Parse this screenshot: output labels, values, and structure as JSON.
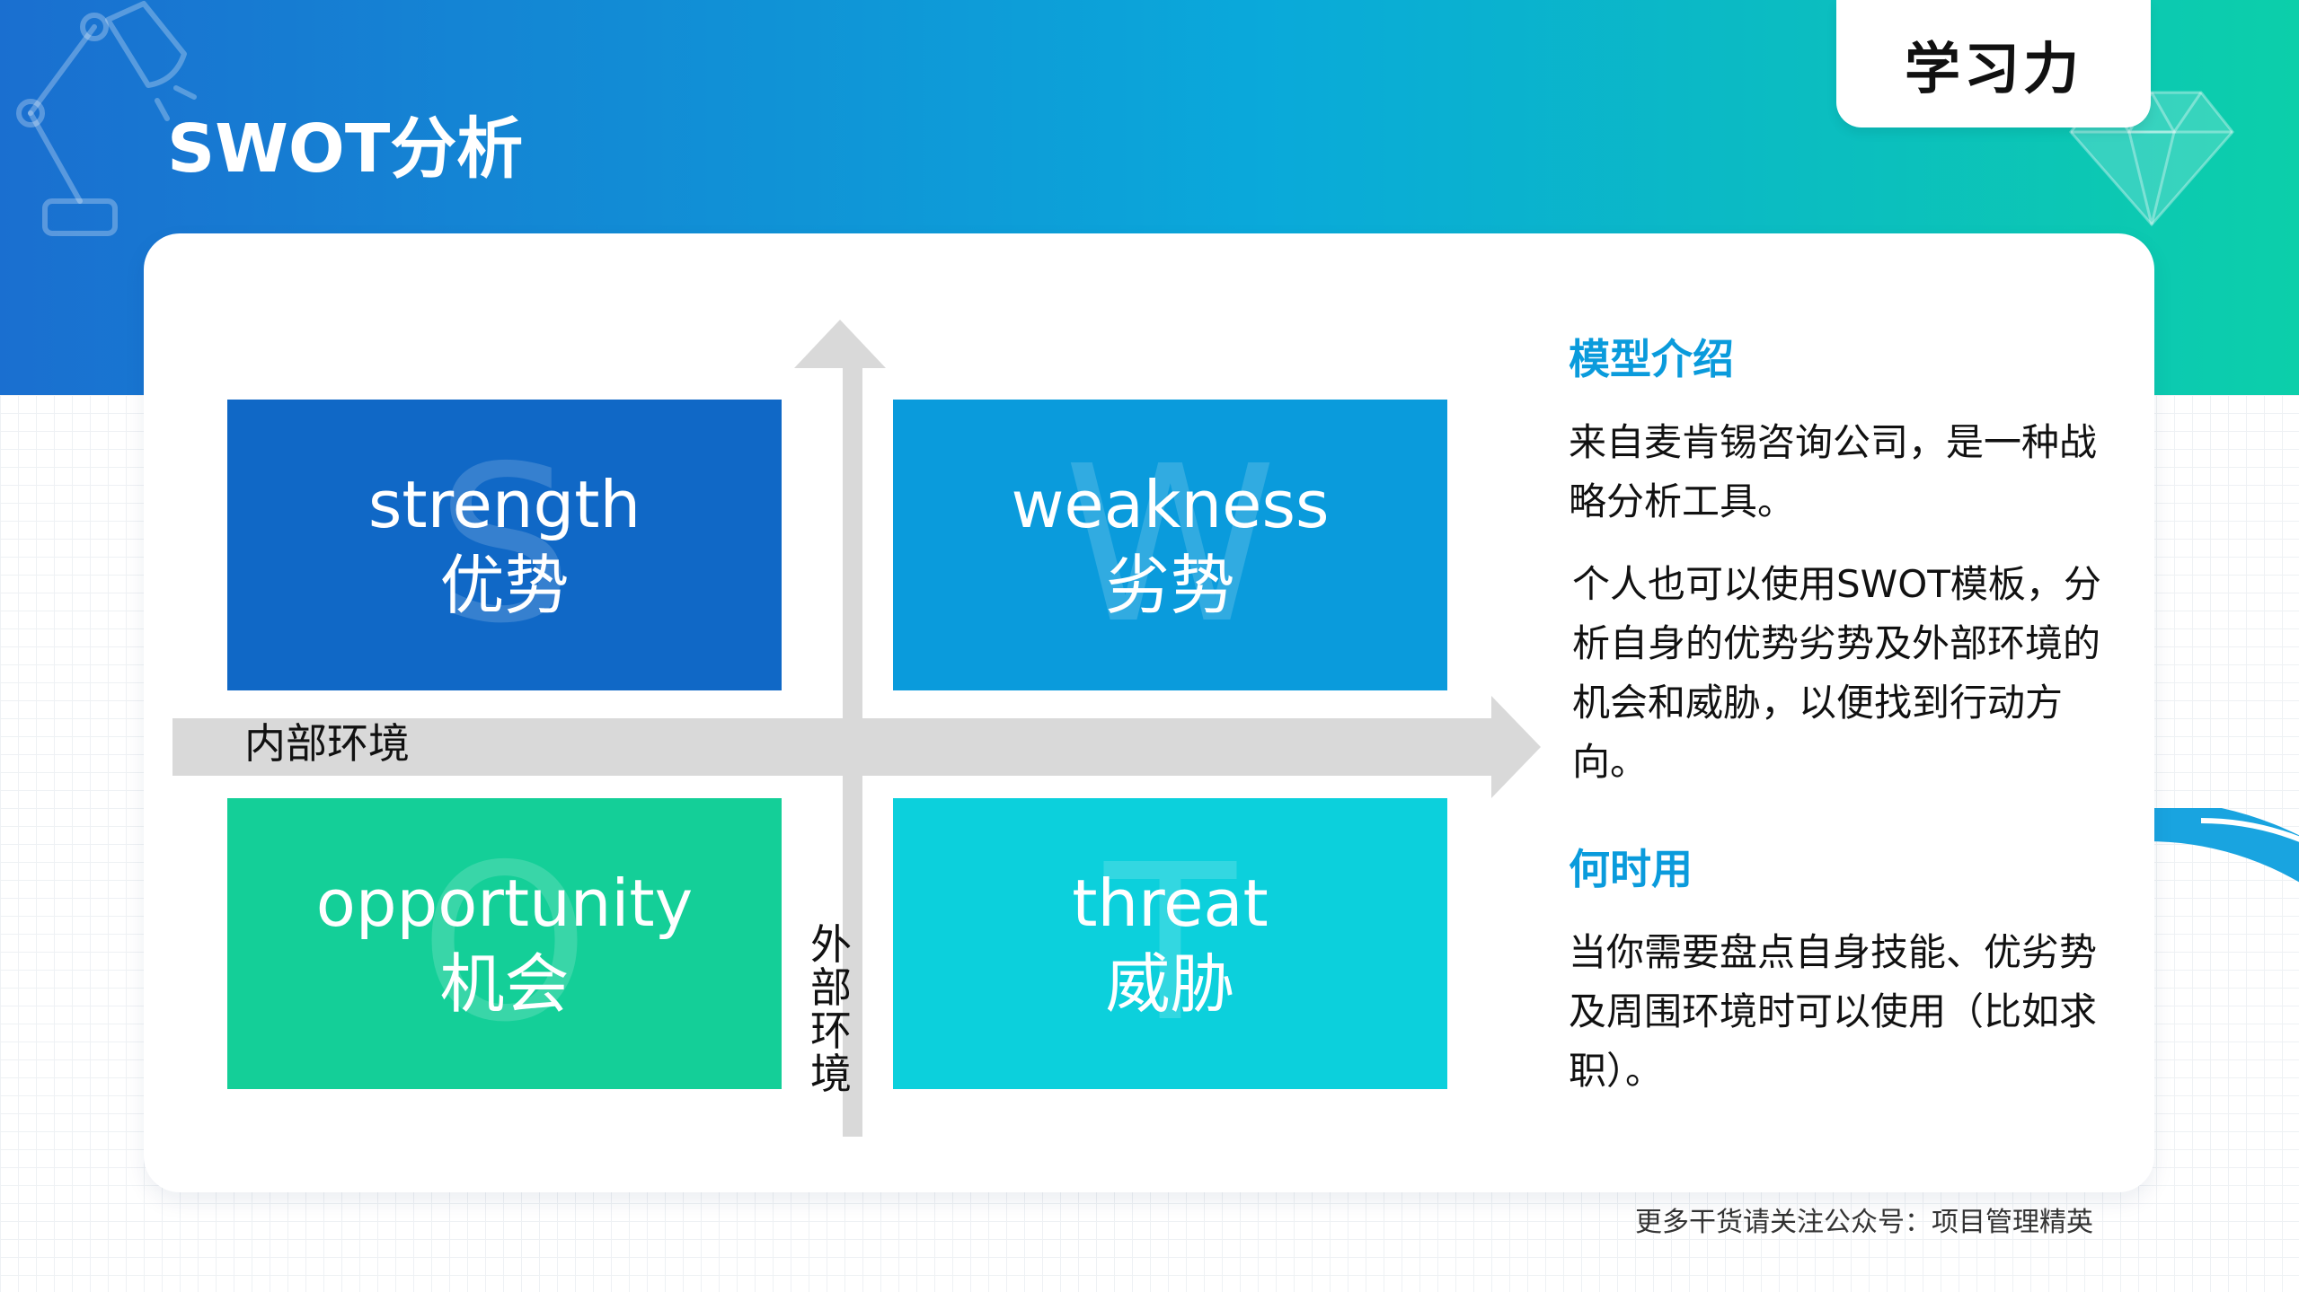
{
  "page": {
    "title": "SWOT分析",
    "brand": "学习力"
  },
  "quadrants": {
    "strengths": {
      "letter": "S",
      "en": "strength",
      "cn": "优势",
      "color": "#1068c6"
    },
    "weaknesses": {
      "letter": "W",
      "en": "weakness",
      "cn": "劣势",
      "color": "#0a9bdc"
    },
    "opportunities": {
      "letter": "O",
      "en": "opportunity",
      "cn": "机会",
      "color": "#14cf98"
    },
    "threats": {
      "letter": "T",
      "en": "threat",
      "cn": "威胁",
      "color": "#0cd0dc"
    }
  },
  "axes": {
    "horizontal_label": "内部环境",
    "vertical_label": "外部环境"
  },
  "sidebar": {
    "intro_heading": "模型介绍",
    "intro_p1": "来自麦肯锡咨询公司，是一种战略分析工具。",
    "intro_p2": "个人也可以使用SWOT模板，分析自身的优势劣势及外部环境的机会和威胁，以便找到行动方向。",
    "when_heading": "何时用",
    "when_p1": "当你需要盘点自身技能、优劣势及周围环境时可以使用（比如求职）。"
  },
  "footer": {
    "note": "更多干货请关注公众号：项目管理精英"
  },
  "colors": {
    "accent_heading": "#0a9bdc",
    "header_gradient_start": "#1a6fd0",
    "header_gradient_end": "#0ccfaa",
    "axis_arrow": "#d9d9d9"
  },
  "icons": {
    "lamp": "desk-lamp-icon",
    "diamond": "diamond-icon"
  }
}
